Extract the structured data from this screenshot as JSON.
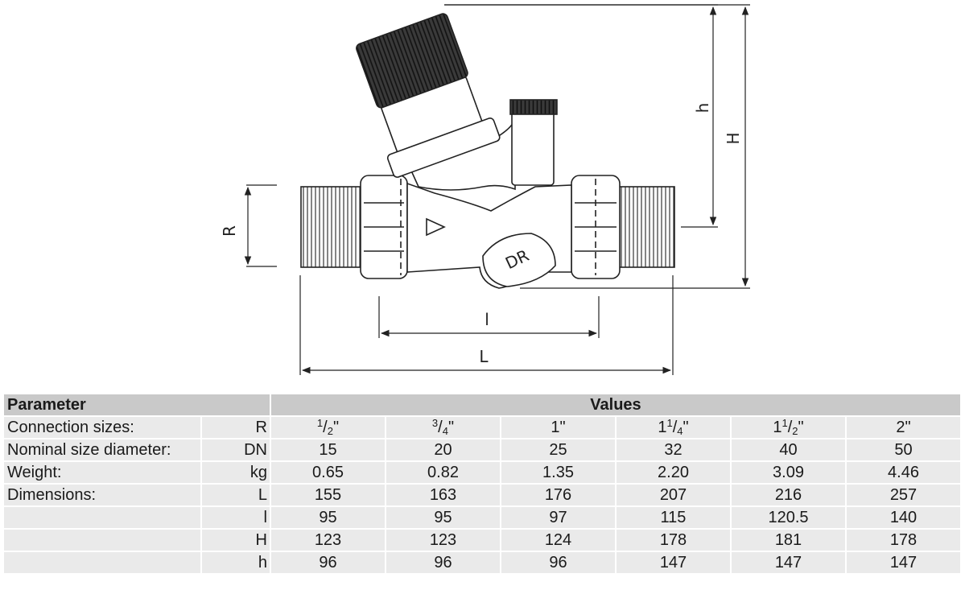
{
  "drawing": {
    "dimension_labels": {
      "R": "R",
      "l": "l",
      "L": "L",
      "h": "h",
      "H": "H"
    },
    "body_mark": "DR"
  },
  "table": {
    "header": {
      "parameter": "Parameter",
      "values": "Values"
    },
    "rows": [
      {
        "label": "Connection sizes:",
        "unit": "R",
        "values": [
          {
            "whole": "",
            "num": "1",
            "den": "2",
            "suffix": "\""
          },
          {
            "whole": "",
            "num": "3",
            "den": "4",
            "suffix": "\""
          },
          {
            "whole": "1",
            "num": "",
            "den": "",
            "suffix": "\""
          },
          {
            "whole": "1",
            "num": "1",
            "den": "4",
            "suffix": "\""
          },
          {
            "whole": "1",
            "num": "1",
            "den": "2",
            "suffix": "\""
          },
          {
            "whole": "2",
            "num": "",
            "den": "",
            "suffix": "\""
          }
        ]
      },
      {
        "label": "Nominal size diameter:",
        "unit": "DN",
        "values": [
          "15",
          "20",
          "25",
          "32",
          "40",
          "50"
        ]
      },
      {
        "label": "Weight:",
        "unit": "kg",
        "values": [
          "0.65",
          "0.82",
          "1.35",
          "2.20",
          "3.09",
          "4.46"
        ]
      },
      {
        "label": "Dimensions:",
        "unit": "L",
        "values": [
          "155",
          "163",
          "176",
          "207",
          "216",
          "257"
        ]
      },
      {
        "label": "",
        "unit": "l",
        "values": [
          "95",
          "95",
          "97",
          "115",
          "120.5",
          "140"
        ]
      },
      {
        "label": "",
        "unit": "H",
        "values": [
          "123",
          "123",
          "124",
          "178",
          "181",
          "178"
        ]
      },
      {
        "label": "",
        "unit": "h",
        "values": [
          "96",
          "96",
          "96",
          "147",
          "147",
          "147"
        ]
      }
    ]
  }
}
